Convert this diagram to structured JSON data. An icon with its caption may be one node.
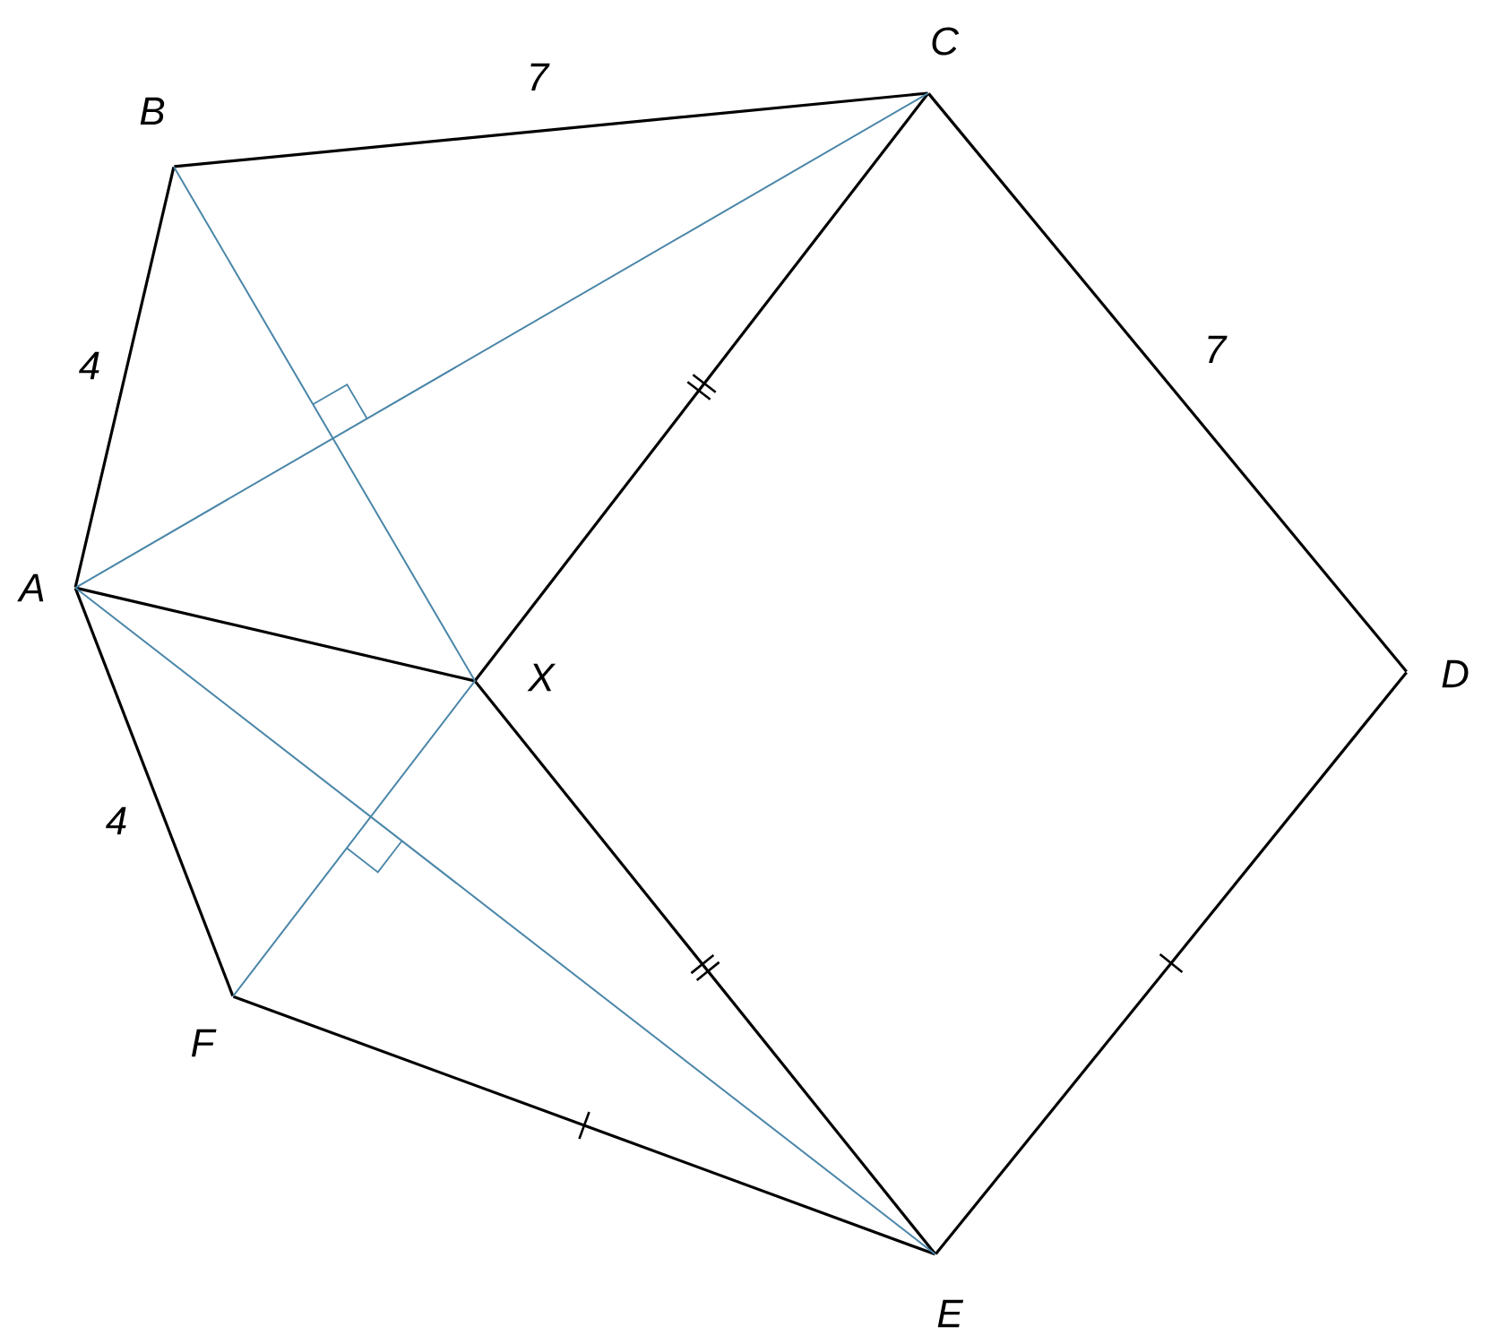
{
  "diagram": {
    "nodes": [
      {
        "text": [
          "A"
        ]
      },
      {
        "text": [
          "B"
        ]
      },
      {
        "text": [
          "C"
        ]
      },
      {
        "text": [
          "D"
        ]
      },
      {
        "text": [
          "E"
        ]
      },
      {
        "text": [
          "F"
        ]
      },
      {
        "text": [
          "X"
        ]
      }
    ],
    "edges": [
      {
        "from": 0,
        "to": 1,
        "arrow": "none",
        "label": "4"
      },
      {
        "from": 1,
        "to": 2,
        "arrow": "none",
        "label": "7"
      },
      {
        "from": 2,
        "to": 3,
        "arrow": "none",
        "label": "7"
      },
      {
        "from": 3,
        "to": 4,
        "arrow": "none"
      },
      {
        "from": 4,
        "to": 5,
        "arrow": "none"
      },
      {
        "from": 5,
        "to": 0,
        "arrow": "none",
        "label": "4"
      },
      {
        "from": 0,
        "to": 6,
        "arrow": "none"
      },
      {
        "from": 2,
        "to": 6,
        "arrow": "none"
      },
      {
        "from": 6,
        "to": 4,
        "arrow": "none"
      },
      {
        "from": 0,
        "to": 2,
        "arrow": "none",
        "color": "#4a86a8"
      },
      {
        "from": 1,
        "to": 6,
        "arrow": "none",
        "color": "#4a86a8"
      },
      {
        "from": 0,
        "to": 4,
        "arrow": "none",
        "color": "#4a86a8"
      },
      {
        "from": 5,
        "to": 6,
        "arrow": "none",
        "color": "#4a86a8"
      }
    ]
  }
}
